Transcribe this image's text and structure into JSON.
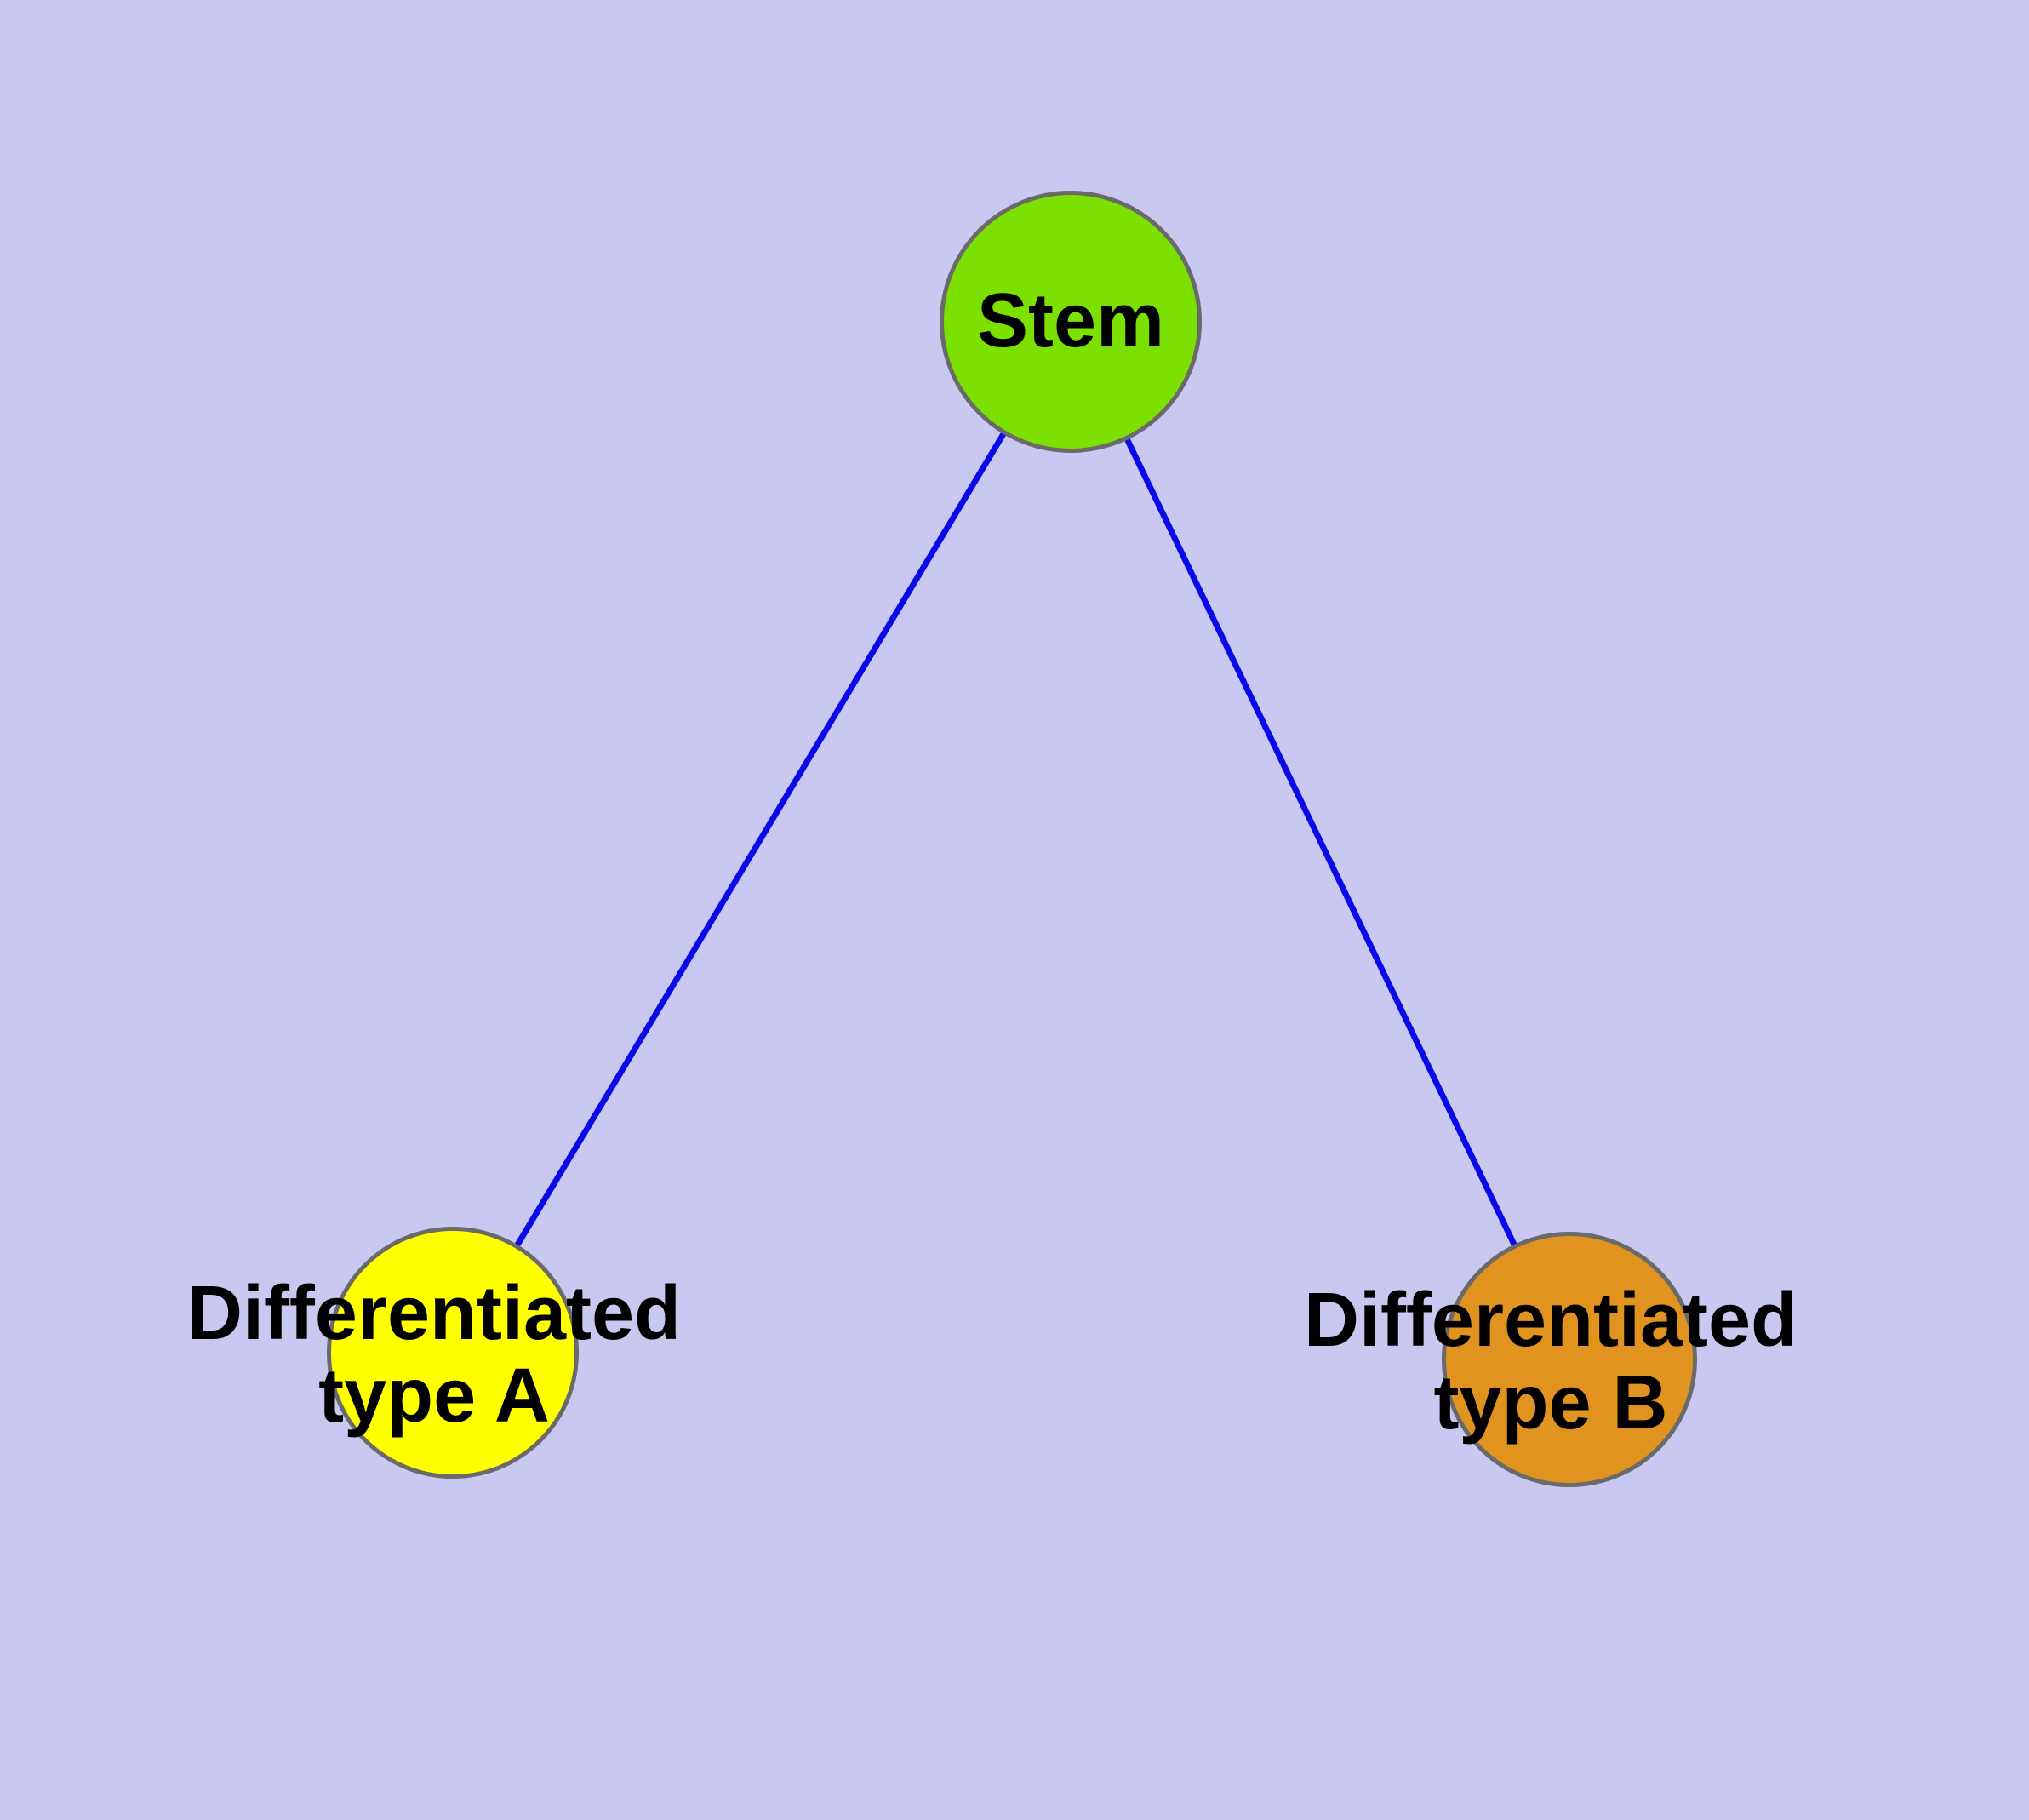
{
  "diagram": {
    "background_color": "#c8c8f0",
    "edge_color": "#0a0ae8",
    "node_border_color": "#6a6a6a",
    "nodes": [
      {
        "id": "stem",
        "label": "Stem",
        "color": "#7ce000"
      },
      {
        "id": "differentiated-type-a",
        "label": "Differentiated\ntype A",
        "color": "#ffff00"
      },
      {
        "id": "differentiated-type-b",
        "label": "Differentiated\ntype B",
        "color": "#e0931f"
      }
    ],
    "edges": [
      {
        "from": "stem",
        "to": "differentiated-type-a"
      },
      {
        "from": "stem",
        "to": "differentiated-type-b"
      }
    ]
  }
}
